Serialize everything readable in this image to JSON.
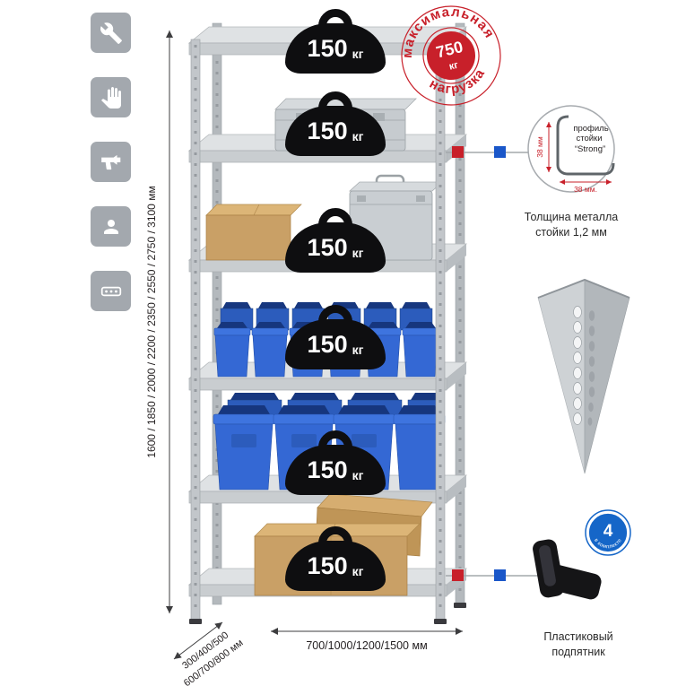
{
  "colors": {
    "accent_red": "#c8202a",
    "accent_blue": "#1a57c9",
    "bin_blue": "#3468d4",
    "cardboard": "#c9a066",
    "metal_gray": "#c9cdd0",
    "badge_black": "#0e0e10",
    "tile_gray": "#a3a8ae",
    "foot_badge_blue": "#1566c8"
  },
  "sidebar_icons": [
    "wrench",
    "glove",
    "drill",
    "person",
    "rack-profile"
  ],
  "dims": {
    "height": "1600 / 1850 / 2000 / 2200 / 2350 / 2550 / 2750 / 3100 мм",
    "depth1": "300/400/500",
    "depth2": "600/700/800 мм",
    "width": "700/1000/1200/1500 мм"
  },
  "shelf_badges": [
    {
      "value": "150",
      "unit": "кг"
    },
    {
      "value": "150",
      "unit": "кг"
    },
    {
      "value": "150",
      "unit": "кг"
    },
    {
      "value": "150",
      "unit": "кг"
    },
    {
      "value": "150",
      "unit": "кг"
    },
    {
      "value": "150",
      "unit": "кг"
    }
  ],
  "stamp": {
    "arc_top": "максимальная",
    "arc_bottom": "нагрузка",
    "value": "750",
    "unit": "кг"
  },
  "profile": {
    "label1": "профиль",
    "label2": "стойки",
    "label3": "“Strong”",
    "dim_v": "38 мм",
    "dim_h": "38 мм.",
    "caption1": "Толщина металла",
    "caption2": "стойки 1,2 мм"
  },
  "foot": {
    "badge_number": "4",
    "badge_text": "в комплекте",
    "caption1": "Пластиковый",
    "caption2": "подпятник"
  }
}
